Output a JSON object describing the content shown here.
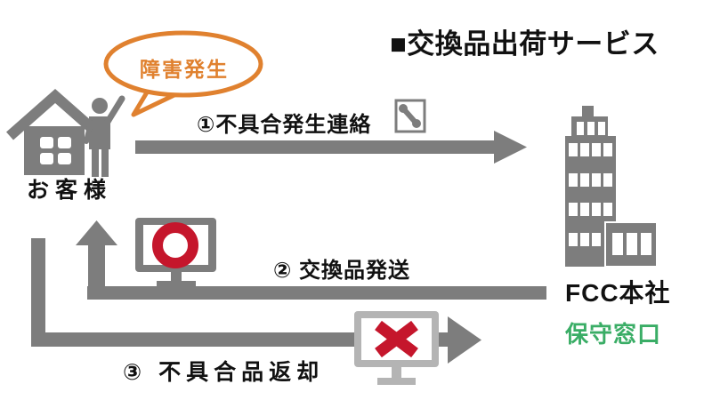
{
  "title": "■交換品出荷サービス",
  "colors": {
    "gray": "#7d7d7d",
    "light_gray": "#b4b4b4",
    "red": "#c5162c",
    "orange": "#e0812f",
    "green": "#3aad66",
    "ink": "#111111"
  },
  "customer": {
    "label": "お客様",
    "callout": "障害発生",
    "icon": "house-person-icon"
  },
  "headquarters": {
    "label": "FCC本社",
    "contact_label": "保守窓口",
    "icon": "office-building-icon"
  },
  "steps": [
    {
      "number": "①",
      "label": "①不具合発生連絡",
      "icon": "phone-icon",
      "direction": "customer-to-hq"
    },
    {
      "number": "②",
      "label": "② 交換品発送",
      "icon": "monitor-ok-icon",
      "direction": "hq-to-customer"
    },
    {
      "number": "③",
      "label": "③ 不具合品返却",
      "icon": "monitor-ng-icon",
      "direction": "customer-to-hq"
    }
  ]
}
